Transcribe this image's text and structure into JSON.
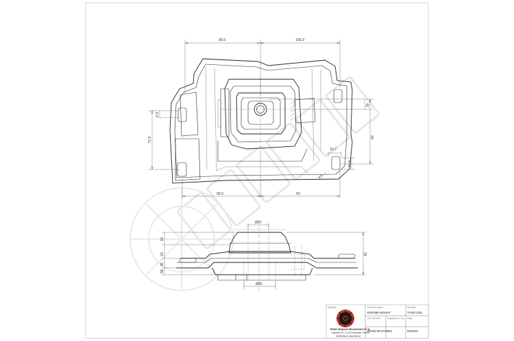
{
  "drawing": {
    "top_view_dimensions": {
      "top_left_width": "96.5",
      "top_right_width": "100.3",
      "bottom_left_width": "96.5",
      "bottom_right_width": "93",
      "left_height": "71.9",
      "left_small_offset": "6.5",
      "right_small_height": "30",
      "right_height": "60",
      "slot_width": "16.7",
      "slot_height": "14.8",
      "hole_dia": "R1"
    },
    "side_view_dimensions": {
      "top_width": "Ø37",
      "bottom_width": "Ø55",
      "left_top": "15",
      "left_mid": "23",
      "left_low": "35",
      "left_bottom": "58",
      "right_height": "42"
    }
  },
  "title_block": {
    "supplier_label": "Supplier",
    "company_name": "ENIAC Wojciech Michniewski S.K.A.",
    "address_line1": "Ogrodna 43, 07-402 Ostrołęka, Poland",
    "address_line2": "info@eliot.pl, www.eliot.pl",
    "product_name_label": "Product name",
    "product_name": "ENGINE MOUNT",
    "number_label": "Number",
    "number_value": "TVSKY226",
    "oe_label": "OE Number",
    "oe_value": "BPAW-39-070C",
    "drawing_no_label": "Drawing no. No.",
    "drawing_no_value": "001",
    "date_label": "Date",
    "date_value": "02/2023"
  },
  "colors": {
    "line": "#222222",
    "watermark": "#d4d4d4",
    "frame": "#b5b5b5"
  }
}
